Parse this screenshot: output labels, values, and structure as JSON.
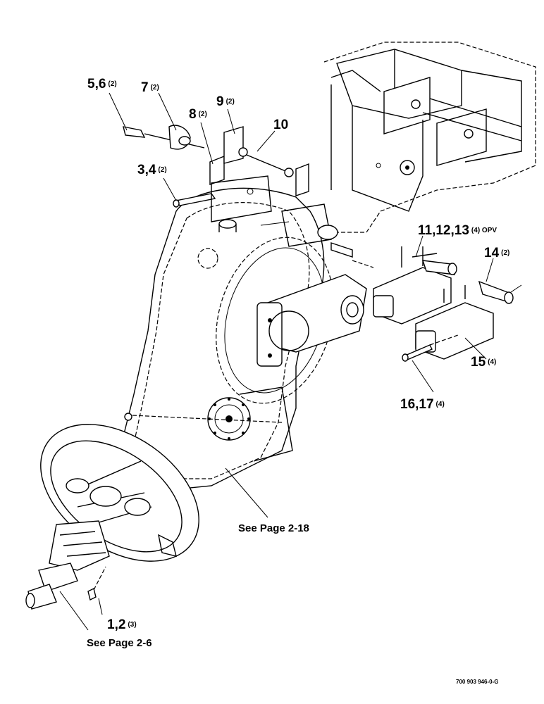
{
  "callouts": [
    {
      "id": "c-5-6",
      "num": "5,6",
      "qty": "(2)"
    },
    {
      "id": "c-7",
      "num": "7",
      "qty": "(2)"
    },
    {
      "id": "c-9",
      "num": "9",
      "qty": "(2)"
    },
    {
      "id": "c-8",
      "num": "8",
      "qty": "(2)"
    },
    {
      "id": "c-10",
      "num": "10",
      "qty": ""
    },
    {
      "id": "c-3-4",
      "num": "3,4",
      "qty": "(2)"
    },
    {
      "id": "c-11-12-13",
      "num": "11,12,13",
      "qty": "(4) OPV"
    },
    {
      "id": "c-14",
      "num": "14",
      "qty": "(2)"
    },
    {
      "id": "c-15",
      "num": "15",
      "qty": "(4)"
    },
    {
      "id": "c-16-17",
      "num": "16,17",
      "qty": "(4)"
    },
    {
      "id": "c-1-2",
      "num": "1,2",
      "qty": "(3)"
    }
  ],
  "references": {
    "page_2_18": "See Page 2-18",
    "page_2_6": "See Page 2-6"
  },
  "drawing_number": "700 903 946-0-G"
}
